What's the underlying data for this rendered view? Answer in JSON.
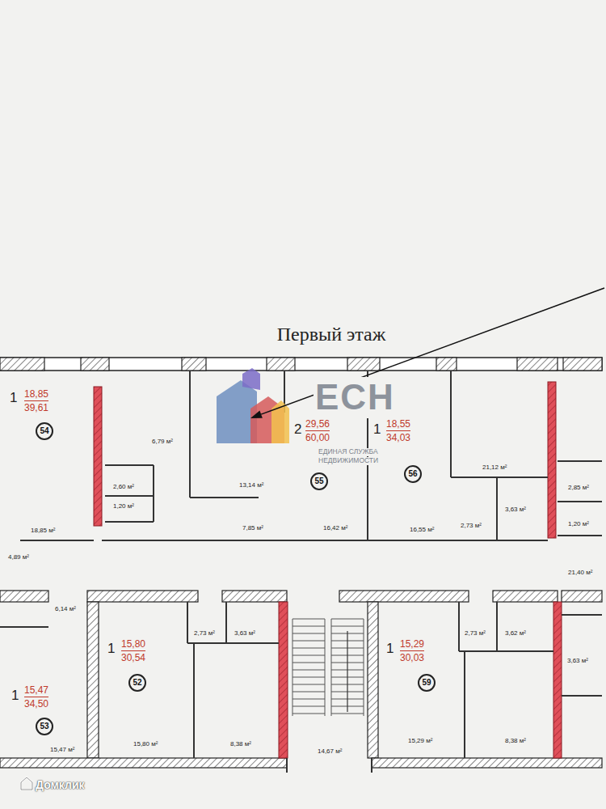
{
  "diagram": {
    "title": "Первый этаж",
    "nodes": [
      {
        "text": [
          "54"
        ]
      },
      {
        "text": [
          "55"
        ]
      },
      {
        "text": [
          "56"
        ]
      },
      {
        "text": [
          "52"
        ]
      },
      {
        "text": [
          "53"
        ]
      },
      {
        "text": [
          "59"
        ]
      }
    ],
    "labels": [
      "1",
      "18,85",
      "39,61",
      "6,79 м²",
      "2,60 м²",
      "1,20 м²",
      "18,85 м²",
      "13,14 м²",
      "7,85 м²",
      "2",
      "29,56",
      "60,00",
      "16,42 м²",
      "1",
      "18,55",
      "34,03",
      "21,12 м²",
      "16,55 м²",
      "2,73 м²",
      "3,63 м²",
      "2,85 м²",
      "1,20 м²",
      "4,89 м²",
      "21,40 м²",
      "6,14 м²",
      "1",
      "15,47",
      "34,50",
      "15,47 м²",
      "1",
      "15,80",
      "30,54",
      "2,73 м²",
      "3,63 м²",
      "15,80 м²",
      "8,38 м²",
      "14,67 м²",
      "1",
      "15,29",
      "30,03",
      "2,73 м²",
      "3,62 м²",
      "15,29 м²",
      "8,38 м²",
      "3,63 м²",
      "ЕСН",
      "ЕДИНАЯ СЛУЖБА",
      "НЕДВИЖИМОСТИ",
      "Домклик"
    ]
  }
}
